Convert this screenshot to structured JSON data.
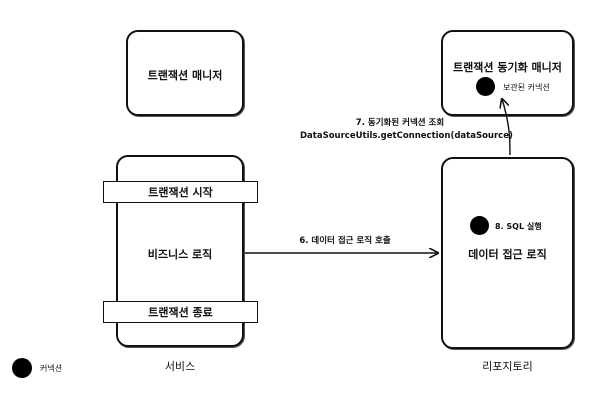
{
  "boxes": {
    "transaction_manager": "트랜잭션 매니저",
    "sync_manager": "트랜잭션 동기화 매니저",
    "service_caption": "서비스",
    "repository_caption": "리포지토리",
    "data_access_logic": "데이터 접근 로직"
  },
  "service": {
    "tx_start": "트랜잭션 시작",
    "business_logic": "비즈니스 로직",
    "tx_end": "트랜잭션 종료"
  },
  "labels": {
    "saved_connection": "보관된 커넥션",
    "step7_line1": "7. 동기화된 커넥션 조회",
    "step7_line2": "DataSourceUtils.getConnection(dataSource)",
    "step6": "6. 데이터 접근 로직 호출",
    "step8": "8. SQL 실행"
  },
  "legend": {
    "connection": "커넥션"
  },
  "colors": {
    "stroke": "#111111",
    "background": "#ffffff"
  }
}
